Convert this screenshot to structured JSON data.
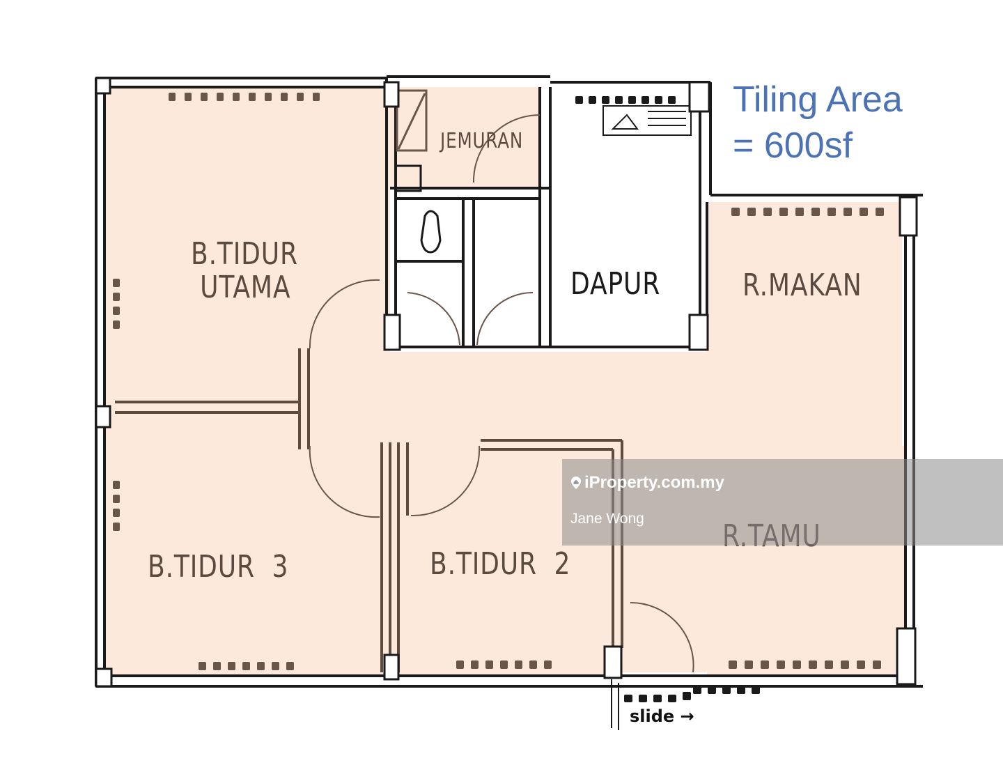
{
  "annotation": {
    "line1": "Tiling Area",
    "line2": "= 600sf",
    "color": "#4a72b5"
  },
  "rooms": {
    "master_bedroom": {
      "line1": "B.TIDUR",
      "line2": "UTAMA"
    },
    "laundry": {
      "label": "JEMURAN"
    },
    "kitchen": {
      "label": "DAPUR"
    },
    "dining": {
      "label": "R.MAKAN"
    },
    "living": {
      "label": "R.TAMU"
    },
    "bedroom3": {
      "label": "B.TIDUR  3"
    },
    "bedroom2": {
      "label": "B.TIDUR  2"
    }
  },
  "notes": {
    "slide": "slide →"
  },
  "watermark": {
    "brand": "iProperty.com.my",
    "agent": "Jane Wong",
    "icon": "location-pin-icon"
  },
  "colors": {
    "tiled_floor": "#fde9dc",
    "wall_dark": "#1a1a1a",
    "wall_brown": "#5e4b40",
    "untiled_floor": "#ffffff"
  }
}
